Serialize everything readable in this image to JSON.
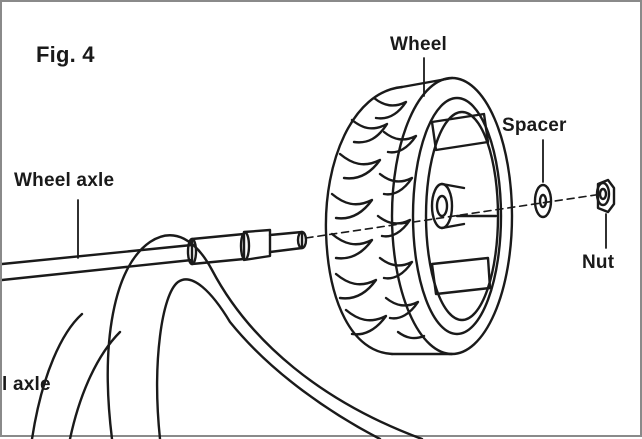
{
  "figure": {
    "title": "Fig. 4",
    "labels": {
      "wheel": "Wheel",
      "spacer": "Spacer",
      "wheel_axle": "Wheel axle",
      "nut": "Nut",
      "partial_axle": "l axle"
    }
  },
  "colors": {
    "ink": "#1a1a1a",
    "border": "#8a8a8a",
    "background": "#ffffff"
  }
}
